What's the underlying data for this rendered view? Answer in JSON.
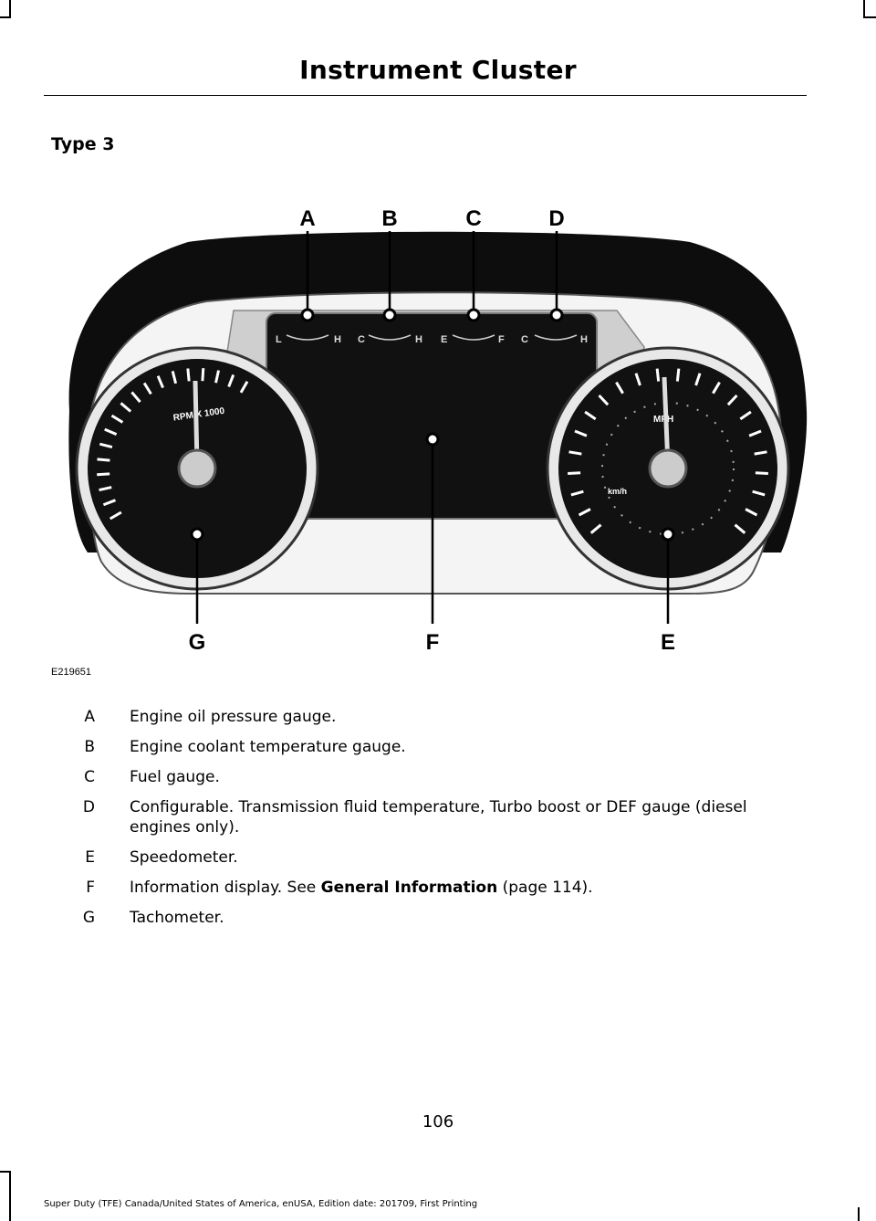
{
  "header": {
    "title": "Instrument Cluster"
  },
  "section": {
    "heading": "Type 3"
  },
  "figure": {
    "id": "E219651",
    "callouts": [
      "A",
      "B",
      "C",
      "D",
      "E",
      "F",
      "G"
    ],
    "gauge_marks": {
      "oil": [
        "L",
        "H"
      ],
      "coolant": [
        "C",
        "H"
      ],
      "fuel": [
        "E",
        "F"
      ],
      "configurable": [
        "C",
        "H"
      ]
    },
    "tachometer_label": "RPM X 1000",
    "speedometer_labels": [
      "MPH",
      "km/h"
    ]
  },
  "legend": [
    {
      "key": "A",
      "text": "Engine oil pressure gauge."
    },
    {
      "key": "B",
      "text": "Engine coolant temperature gauge."
    },
    {
      "key": "C",
      "text": "Fuel gauge."
    },
    {
      "key": "D",
      "text": "Configurable. Transmission fluid temperature, Turbo boost or DEF gauge (diesel engines only)."
    },
    {
      "key": "E",
      "text": "Speedometer."
    },
    {
      "key": "F",
      "text_before": "Information display.  See ",
      "link": "General Information",
      "text_after": " (page 114)."
    },
    {
      "key": "G",
      "text": "Tachometer."
    }
  ],
  "page_number": "106",
  "footer": "Super Duty (TFE) Canada/United States of America, enUSA, Edition date: 201709, First Printing"
}
